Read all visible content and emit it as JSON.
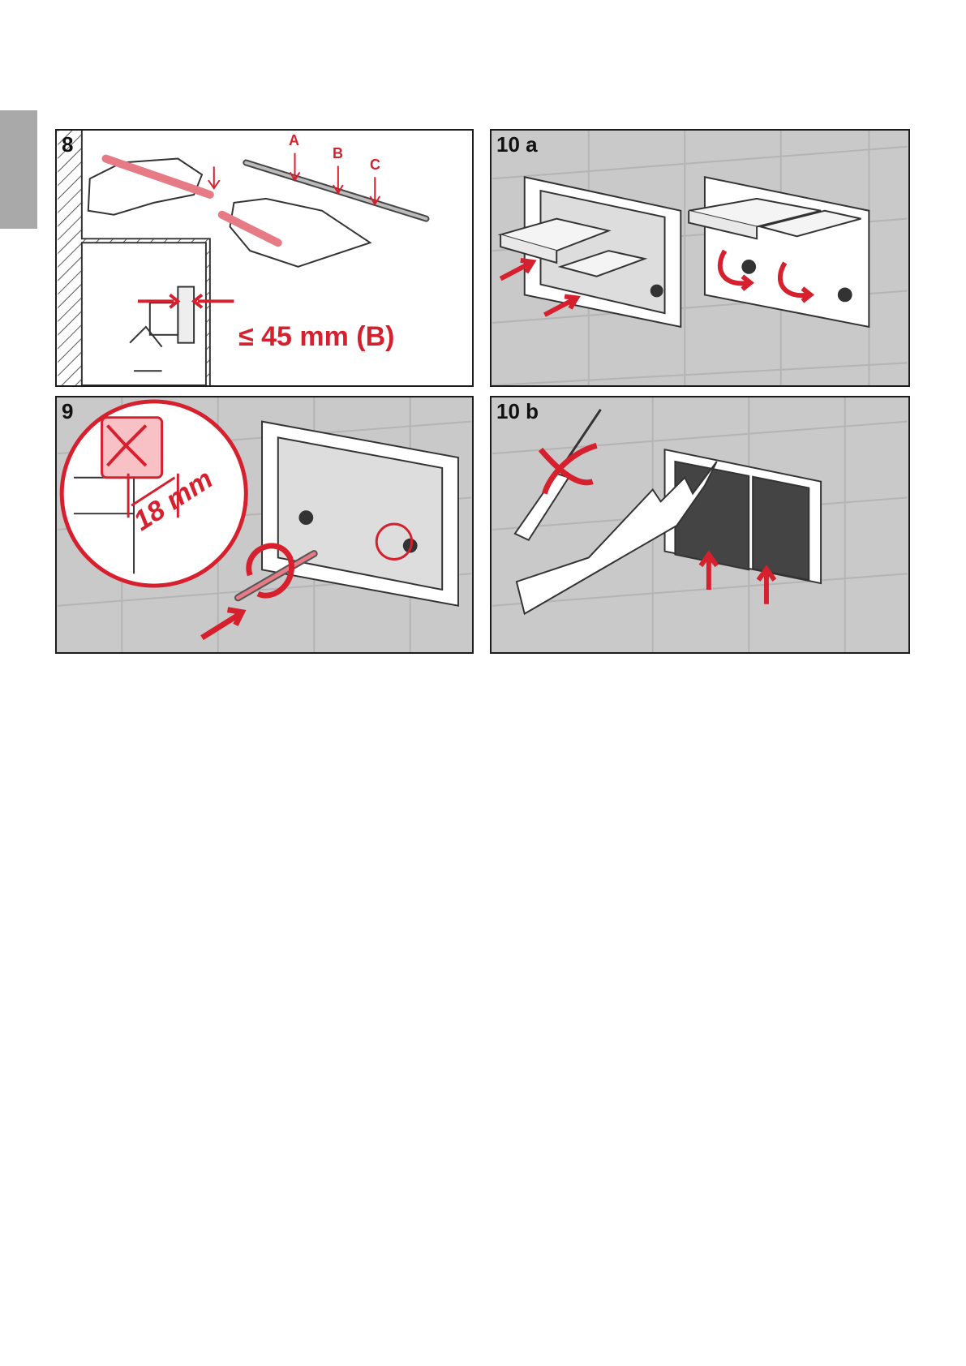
{
  "colors": {
    "accent_red": "#d6202e",
    "tile_gray": "#c9c9c9",
    "side_tab": "#a9a9a9"
  },
  "panels": {
    "p8": {
      "step": "8",
      "label_a": "A",
      "label_b": "B",
      "label_c": "C",
      "measure": "≤ 45 mm (B)"
    },
    "p10a": {
      "step": "10 a"
    },
    "p9": {
      "step": "9",
      "measure": "18 mm"
    },
    "p10b": {
      "step": "10 b"
    }
  }
}
